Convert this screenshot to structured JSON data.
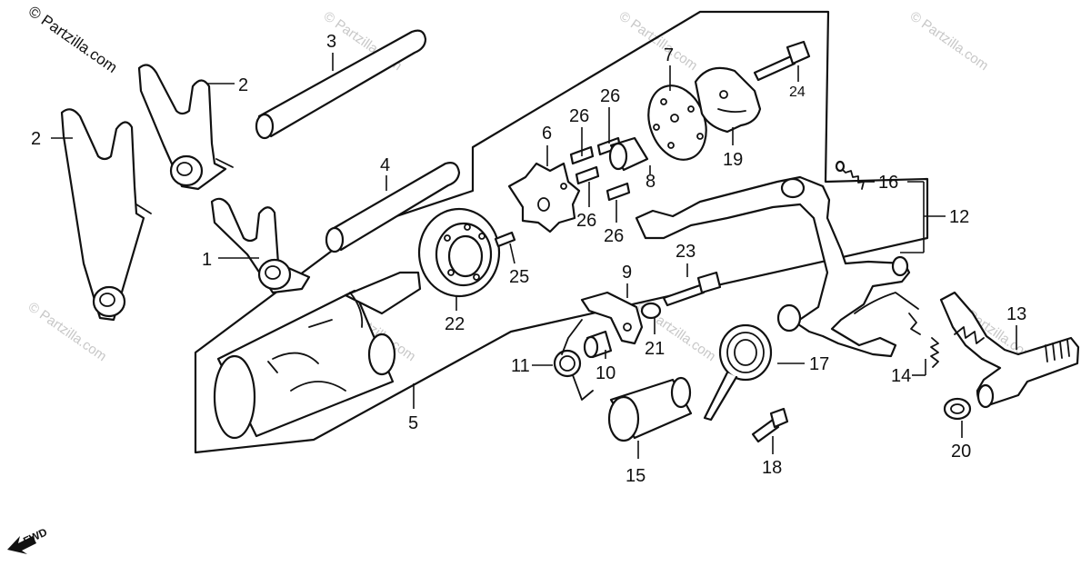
{
  "watermark": {
    "brand": "© Partzilla.com",
    "faint": "© Partzilla.com"
  },
  "direction_label": "FWD",
  "callouts": {
    "c1": "1",
    "c2a": "2",
    "c2b": "2",
    "c3": "3",
    "c4": "4",
    "c5": "5",
    "c6": "6",
    "c7": "7",
    "c8": "8",
    "c9": "9",
    "c10": "10",
    "c11": "11",
    "c12": "12",
    "c13": "13",
    "c14": "14",
    "c15": "15",
    "c16": "16",
    "c17": "17",
    "c18": "18",
    "c19": "19",
    "c20": "20",
    "c21": "21",
    "c22": "22",
    "c23": "23",
    "c24": "24",
    "c25": "25",
    "c26a": "26",
    "c26b": "26",
    "c26c": "26",
    "c26d": "26"
  }
}
